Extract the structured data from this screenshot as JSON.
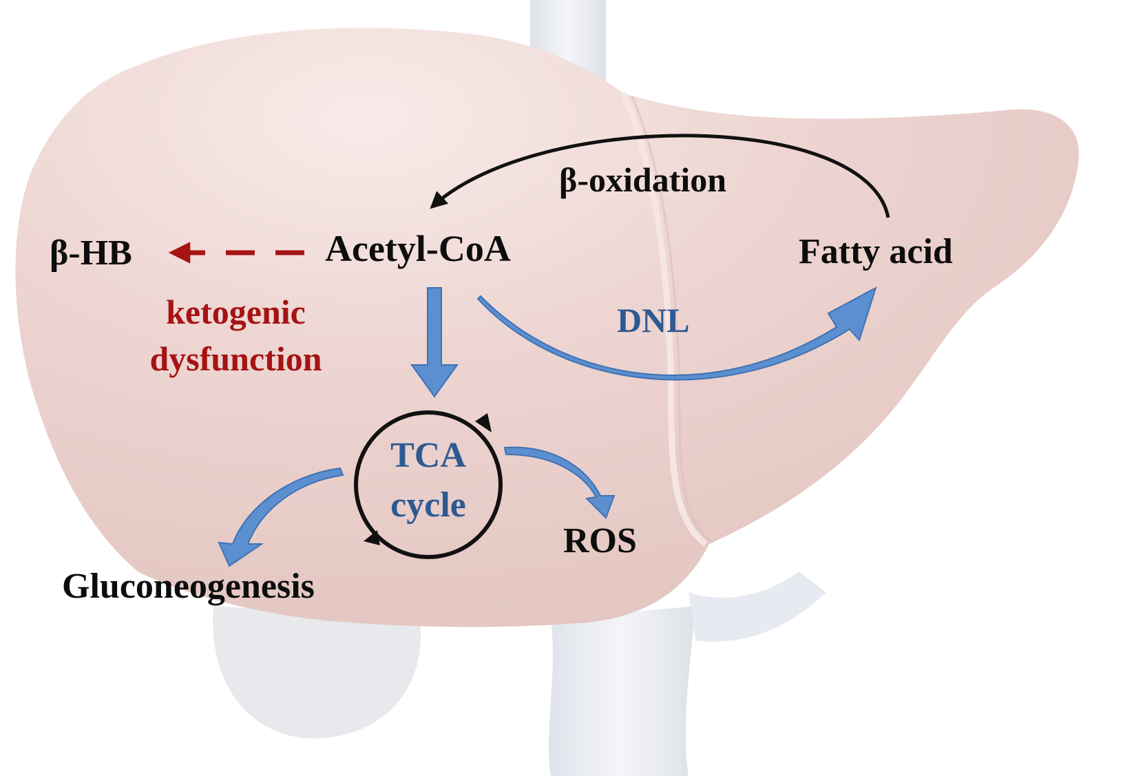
{
  "labels": {
    "beta_oxidation": "β-oxidation",
    "beta_hb": "β-HB",
    "acetyl_coa": "Acetyl-CoA",
    "fatty_acid": "Fatty acid",
    "ketogenic_line1": "ketogenic",
    "ketogenic_line2": "dysfunction",
    "dnl": "DNL",
    "tca_line1": "TCA",
    "tca_line2": "cycle",
    "gluconeogenesis": "Gluconeogenesis",
    "ros": "ROS"
  },
  "colors": {
    "liver": "#ecd1cd",
    "vessel": "#e6e9ef",
    "text": "#0d0d0d",
    "ketogenic_red": "#a51313",
    "flow_blue": "#5b8fd0",
    "label_blue": "#2d5a92"
  }
}
